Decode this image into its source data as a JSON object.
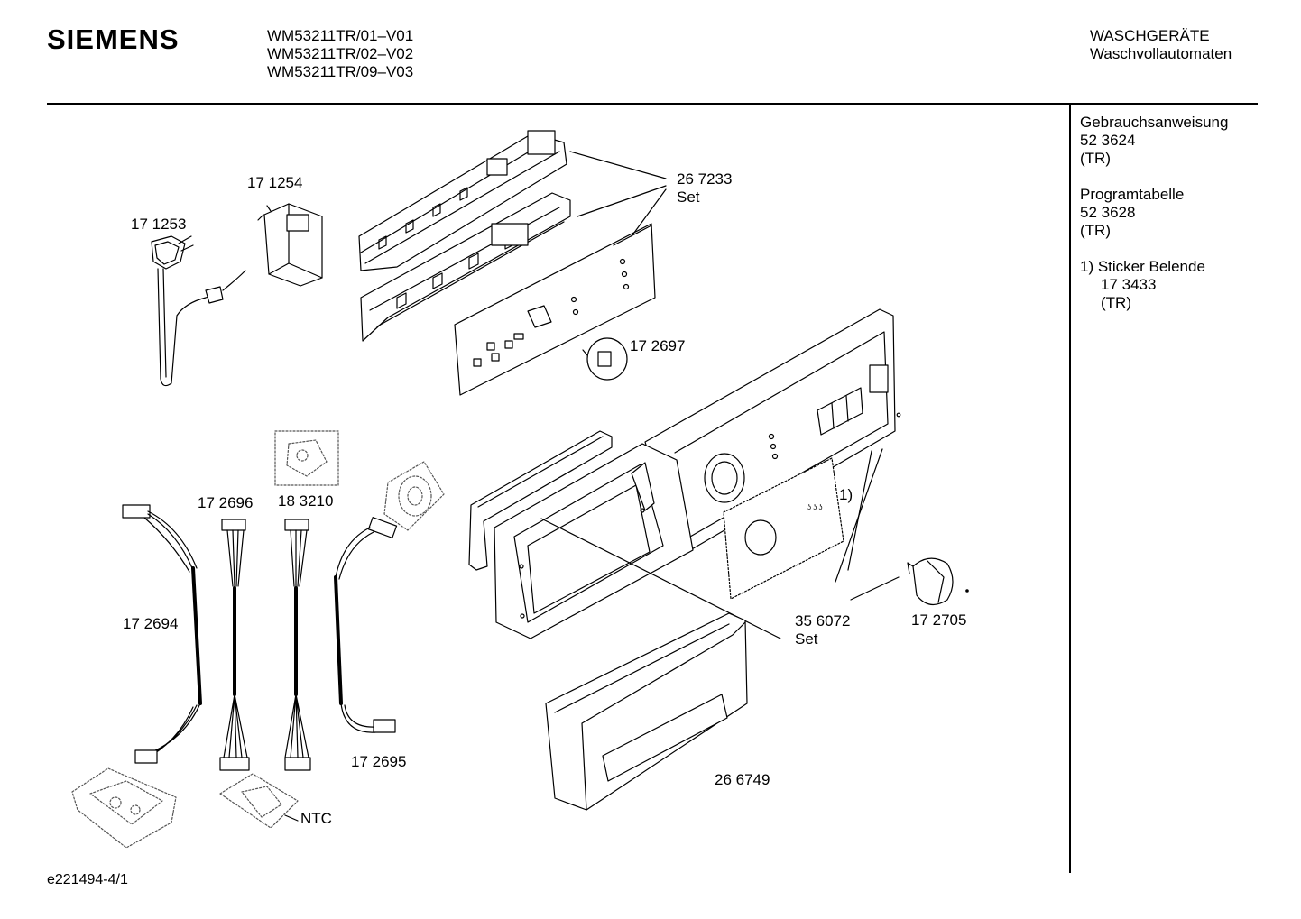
{
  "header": {
    "brand": "SIEMENS",
    "models": [
      "WM53211TR/01–V01",
      "WM53211TR/02–V02",
      "WM53211TR/09–V03"
    ],
    "category": [
      "WASCHGERÄTE",
      "Waschvollautomaten"
    ]
  },
  "notes": [
    {
      "lines": [
        "Gebrauchsanweisung",
        "52 3624",
        "(TR)"
      ]
    },
    {
      "lines": [
        "Programtabelle",
        "52 3628",
        "(TR)"
      ]
    },
    {
      "lines": [
        "1) Sticker  Belende",
        "17 3433",
        "(TR)"
      ]
    }
  ],
  "callouts": {
    "c171254": "17 1254",
    "c171253": "17 1253",
    "c267233": [
      "26 7233",
      "Set"
    ],
    "c172697": "17 2697",
    "c172696": "17 2696",
    "c183210": "18 3210",
    "c172694": "17 2694",
    "c172695": "17 2695",
    "ntc": "NTC",
    "note1": "1)",
    "c356072": [
      "35 6072",
      "Set"
    ],
    "c172705": "17 2705",
    "c266749": "26 6749"
  },
  "footer": "e221494-4/1"
}
